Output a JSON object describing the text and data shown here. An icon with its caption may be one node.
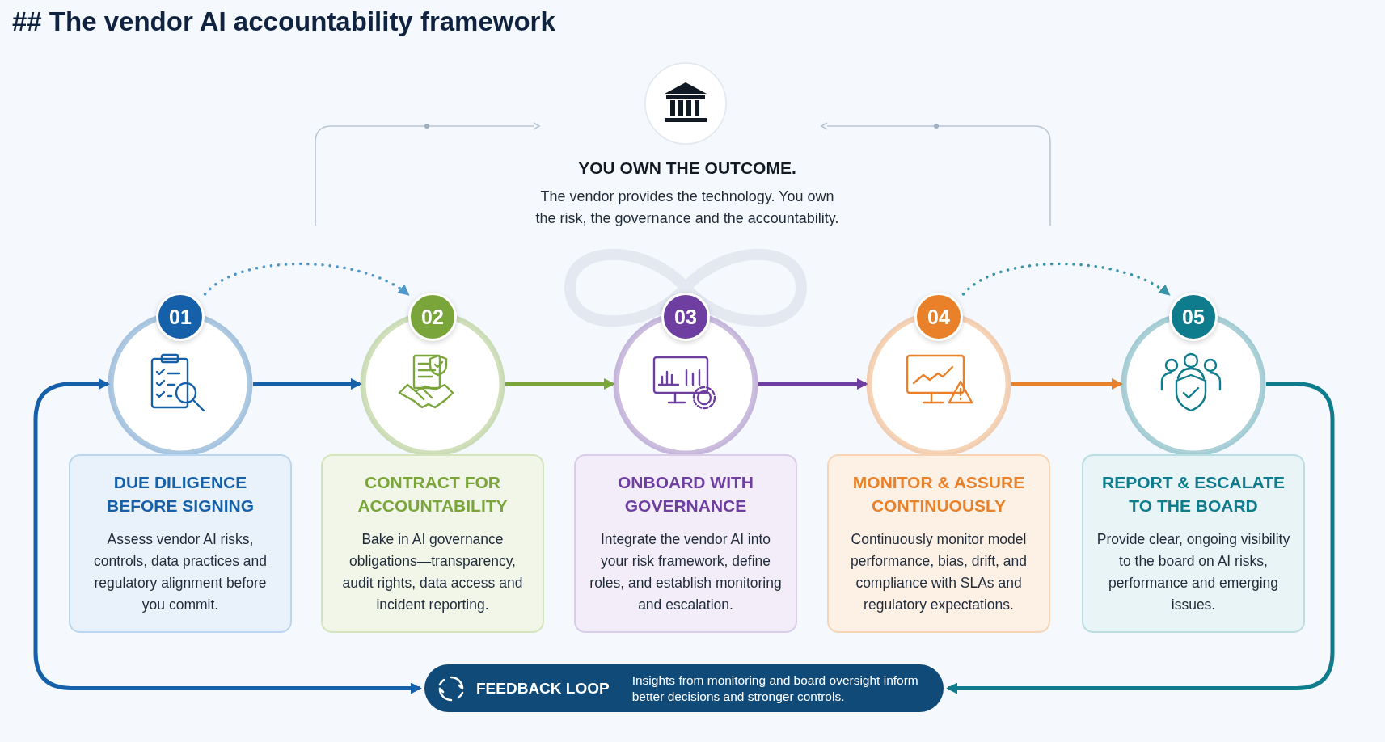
{
  "diagram": {
    "title": "## The vendor AI accountability framework",
    "nodes": [
      {
        "text": [
          "YOU OWN THE OUTCOME.",
          "The vendor provides the technology. You own the risk, the governance and the accountability."
        ]
      },
      {
        "text": [
          "01"
        ]
      },
      {
        "text": [
          "DUE DILIGENCE BEFORE SIGNING",
          "Assess vendor AI risks, controls, data practices and regulatory alignment before you commit."
        ]
      },
      {
        "text": [
          "02"
        ]
      },
      {
        "text": [
          "CONTRACT FOR ACCOUNTABILITY",
          "Bake in AI governance obligations—transparency, audit rights, data access and incident reporting."
        ]
      },
      {
        "text": [
          "03"
        ]
      },
      {
        "text": [
          "ONBOARD WITH GOVERNANCE",
          "Integrate the vendor AI into your risk framework, define roles, and establish monitoring and escalation."
        ]
      },
      {
        "text": [
          "04"
        ]
      },
      {
        "text": [
          "MONITOR & ASSURE CONTINUOUSLY",
          "Continuously monitor model performance, bias, drift, and compliance with SLAs and regulatory expectations."
        ]
      },
      {
        "text": [
          "05"
        ]
      },
      {
        "text": [
          "REPORT & ESCALATE TO THE BOARD",
          "Provide clear, ongoing visibility to the board on AI risks, performance and emerging issues."
        ]
      },
      {
        "text": [
          "FEEDBACK LOOP",
          "Insights from monitoring and board oversight inform better decisions and stronger controls."
        ]
      },
      {
        "text": [],
        "shape": "infinity"
      }
    ],
    "edges": [
      {
        "from": 1,
        "to": 3,
        "arrow": "to",
        "color": "#1560a8"
      },
      {
        "from": 1,
        "to": 3,
        "arrow": "to",
        "style": "dashed",
        "color": "#4f97c9"
      },
      {
        "from": 3,
        "to": 5,
        "arrow": "to",
        "color": "#7aa53a"
      },
      {
        "from": 5,
        "to": 7,
        "arrow": "to",
        "color": "#6e3fa0"
      },
      {
        "from": 7,
        "to": 9,
        "arrow": "to",
        "color": "#e8812a"
      },
      {
        "from": 7,
        "to": 9,
        "arrow": "to",
        "style": "dashed",
        "color": "#3a94a8"
      },
      {
        "from": 9,
        "to": 11,
        "arrow": "to",
        "color": "#0e7c8c"
      },
      {
        "from": 11,
        "to": 1,
        "arrow": "both",
        "color": "#1560a8"
      }
    ]
  }
}
